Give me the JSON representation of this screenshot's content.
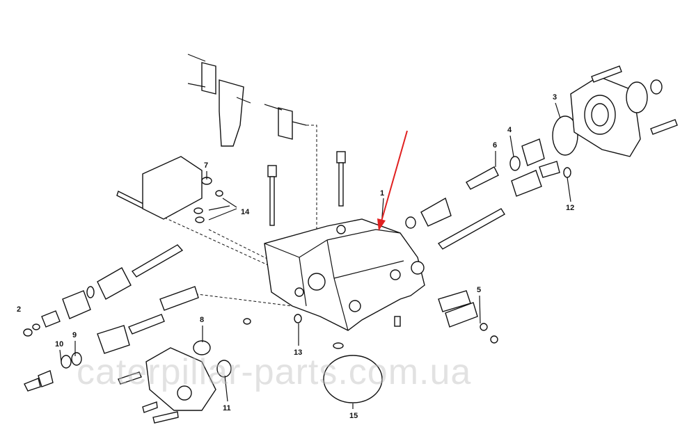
{
  "diagram": {
    "labels": [
      "1",
      "2",
      "3",
      "4",
      "5",
      "6",
      "7",
      "8",
      "9",
      "10",
      "11",
      "12",
      "13",
      "14",
      "15"
    ],
    "watermark": "caterpillar-parts.com.ua",
    "colors": {
      "line": "#111111",
      "arrow": "#e02020",
      "watermark": "#bebebe"
    }
  }
}
